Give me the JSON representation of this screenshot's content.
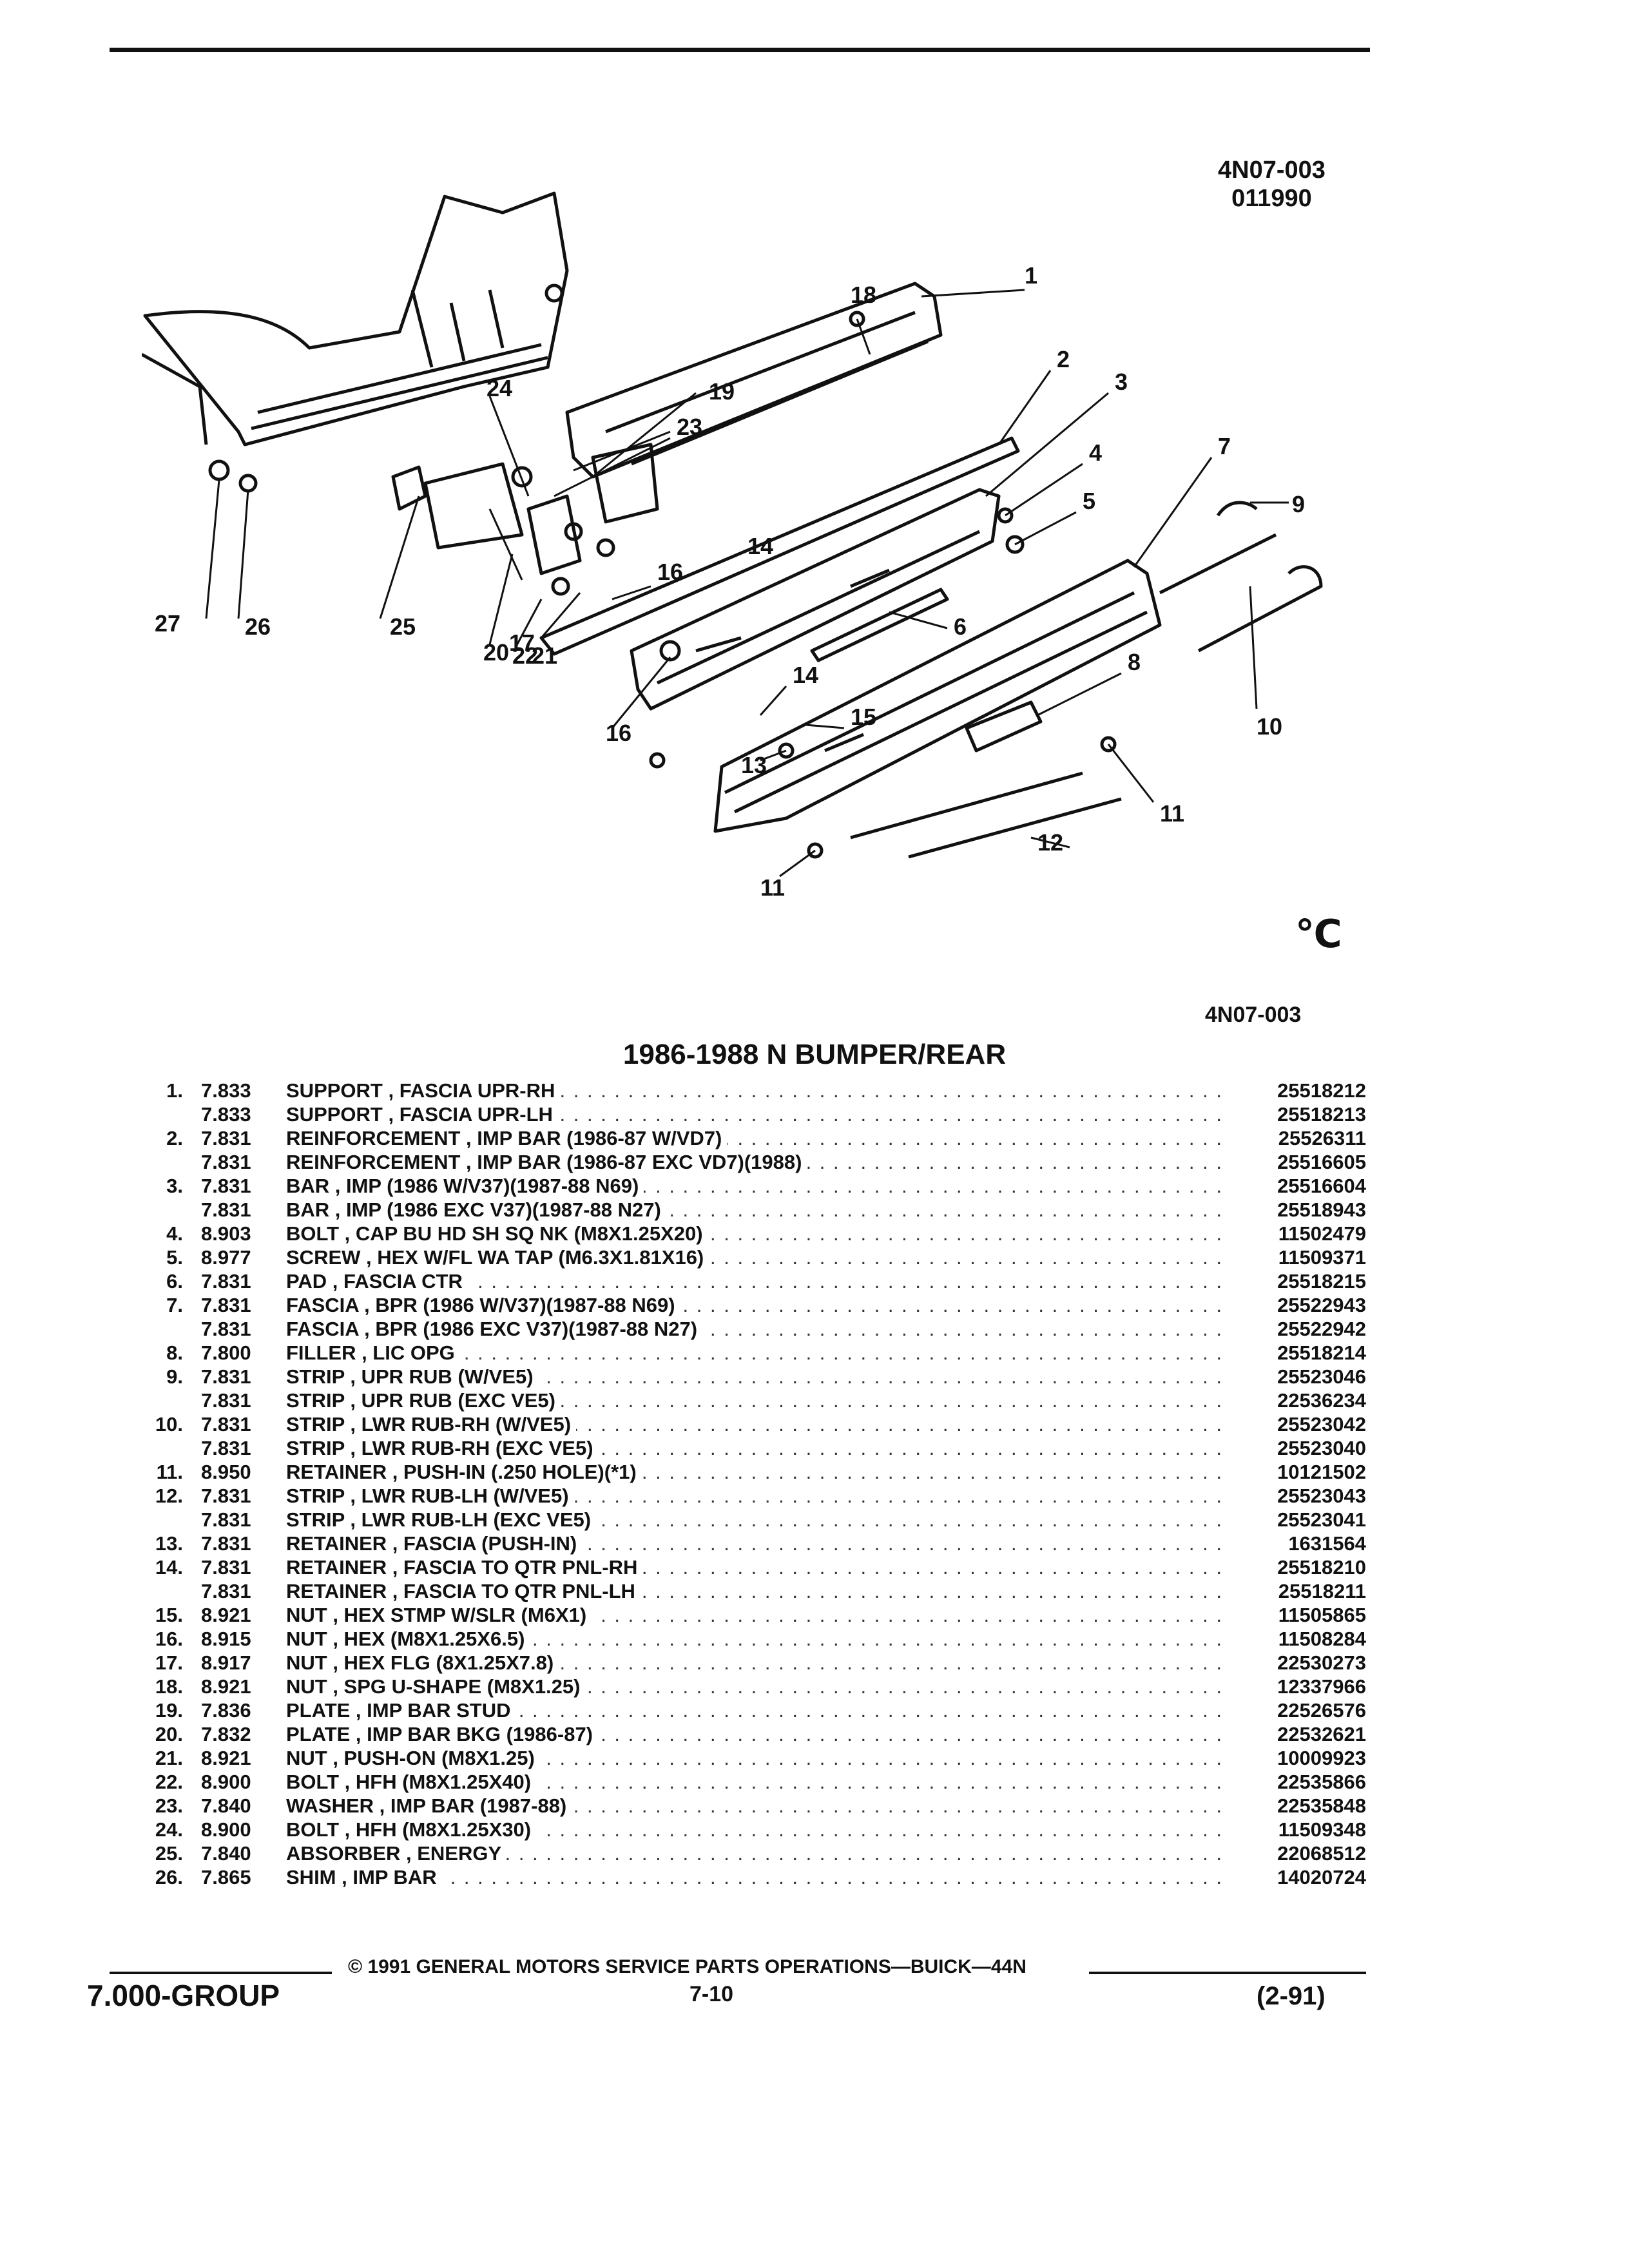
{
  "header": {
    "code_top": "4N07-003",
    "code_date": "011990",
    "code_mid": "4N07-003",
    "mark": "℃"
  },
  "page_title": "1986-1988 N BUMPER/REAR",
  "callouts": [
    "1",
    "2",
    "3",
    "4",
    "5",
    "6",
    "7",
    "8",
    "9",
    "10",
    "11",
    "11",
    "12",
    "13",
    "14",
    "14",
    "15",
    "16",
    "16",
    "17",
    "18",
    "19",
    "20",
    "21",
    "22",
    "23",
    "24",
    "25",
    "26",
    "27"
  ],
  "parts": [
    {
      "num": "1.",
      "grp": "7.833",
      "desc": "SUPPORT , FASCIA UPR-RH",
      "pno": "25518212"
    },
    {
      "num": "",
      "grp": "7.833",
      "desc": "SUPPORT , FASCIA UPR-LH",
      "pno": "25518213"
    },
    {
      "num": "2.",
      "grp": "7.831",
      "desc": "REINFORCEMENT , IMP BAR (1986-87 W/VD7)",
      "pno": "25526311"
    },
    {
      "num": "",
      "grp": "7.831",
      "desc": "REINFORCEMENT , IMP BAR (1986-87 EXC VD7)(1988)",
      "pno": "25516605"
    },
    {
      "num": "3.",
      "grp": "7.831",
      "desc": "BAR , IMP (1986 W/V37)(1987-88 N69)",
      "pno": "25516604"
    },
    {
      "num": "",
      "grp": "7.831",
      "desc": "BAR , IMP (1986 EXC V37)(1987-88 N27)",
      "pno": "25518943"
    },
    {
      "num": "4.",
      "grp": "8.903",
      "desc": "BOLT , CAP BU HD SH SQ NK (M8X1.25X20)",
      "pno": "11502479"
    },
    {
      "num": "5.",
      "grp": "8.977",
      "desc": "SCREW , HEX W/FL WA TAP (M6.3X1.81X16)",
      "pno": "11509371"
    },
    {
      "num": "6.",
      "grp": "7.831",
      "desc": "PAD , FASCIA CTR",
      "pno": "25518215"
    },
    {
      "num": "7.",
      "grp": "7.831",
      "desc": "FASCIA , BPR (1986 W/V37)(1987-88 N69)",
      "pno": "25522943"
    },
    {
      "num": "",
      "grp": "7.831",
      "desc": "FASCIA , BPR (1986 EXC V37)(1987-88 N27)",
      "pno": "25522942"
    },
    {
      "num": "8.",
      "grp": "7.800",
      "desc": "FILLER , LIC OPG",
      "pno": "25518214"
    },
    {
      "num": "9.",
      "grp": "7.831",
      "desc": "STRIP , UPR RUB (W/VE5)",
      "pno": "25523046"
    },
    {
      "num": "",
      "grp": "7.831",
      "desc": "STRIP , UPR RUB (EXC VE5)",
      "pno": "22536234"
    },
    {
      "num": "10.",
      "grp": "7.831",
      "desc": "STRIP , LWR RUB-RH (W/VE5)",
      "pno": "25523042"
    },
    {
      "num": "",
      "grp": "7.831",
      "desc": "STRIP , LWR RUB-RH (EXC VE5)",
      "pno": "25523040"
    },
    {
      "num": "11.",
      "grp": "8.950",
      "desc": "RETAINER , PUSH-IN (.250 HOLE)(*1)",
      "pno": "10121502"
    },
    {
      "num": "12.",
      "grp": "7.831",
      "desc": "STRIP , LWR RUB-LH (W/VE5)",
      "pno": "25523043"
    },
    {
      "num": "",
      "grp": "7.831",
      "desc": "STRIP , LWR RUB-LH (EXC VE5)",
      "pno": "25523041"
    },
    {
      "num": "13.",
      "grp": "7.831",
      "desc": "RETAINER , FASCIA (PUSH-IN)",
      "pno": "1631564"
    },
    {
      "num": "14.",
      "grp": "7.831",
      "desc": "RETAINER , FASCIA TO QTR PNL-RH",
      "pno": "25518210"
    },
    {
      "num": "",
      "grp": "7.831",
      "desc": "RETAINER , FASCIA TO QTR PNL-LH",
      "pno": "25518211"
    },
    {
      "num": "15.",
      "grp": "8.921",
      "desc": "NUT , HEX STMP W/SLR (M6X1)",
      "pno": "11505865"
    },
    {
      "num": "16.",
      "grp": "8.915",
      "desc": "NUT , HEX (M8X1.25X6.5)",
      "pno": "11508284"
    },
    {
      "num": "17.",
      "grp": "8.917",
      "desc": "NUT , HEX FLG (8X1.25X7.8)",
      "pno": "22530273"
    },
    {
      "num": "18.",
      "grp": "8.921",
      "desc": "NUT , SPG U-SHAPE (M8X1.25)",
      "pno": "12337966"
    },
    {
      "num": "19.",
      "grp": "7.836",
      "desc": "PLATE , IMP BAR STUD",
      "pno": "22526576"
    },
    {
      "num": "20.",
      "grp": "7.832",
      "desc": "PLATE , IMP BAR BKG (1986-87)",
      "pno": "22532621"
    },
    {
      "num": "21.",
      "grp": "8.921",
      "desc": "NUT , PUSH-ON (M8X1.25)",
      "pno": "10009923"
    },
    {
      "num": "22.",
      "grp": "8.900",
      "desc": "BOLT , HFH (M8X1.25X40)",
      "pno": "22535866"
    },
    {
      "num": "23.",
      "grp": "7.840",
      "desc": "WASHER , IMP BAR (1987-88)",
      "pno": "22535848"
    },
    {
      "num": "24.",
      "grp": "8.900",
      "desc": "BOLT , HFH (M8X1.25X30)",
      "pno": "11509348"
    },
    {
      "num": "25.",
      "grp": "7.840",
      "desc": "ABSORBER , ENERGY",
      "pno": "22068512"
    },
    {
      "num": "26.",
      "grp": "7.865",
      "desc": "SHIM , IMP BAR",
      "pno": "14020724"
    }
  ],
  "footer": {
    "copyright": "© 1991 GENERAL MOTORS SERVICE PARTS OPERATIONS—BUICK—44N",
    "group": "7.000-GROUP",
    "page": "7-10",
    "date": "(2-91)"
  }
}
